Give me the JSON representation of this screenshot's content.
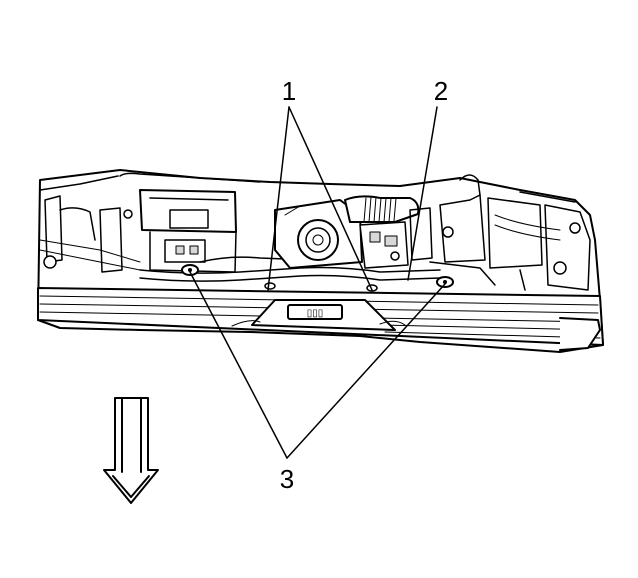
{
  "callouts": {
    "c1": "1",
    "c2": "2",
    "c3": "3"
  },
  "icons": {
    "direction": "down-arrow-icon"
  },
  "colors": {
    "ink": "#000000",
    "paper": "#ffffff"
  }
}
